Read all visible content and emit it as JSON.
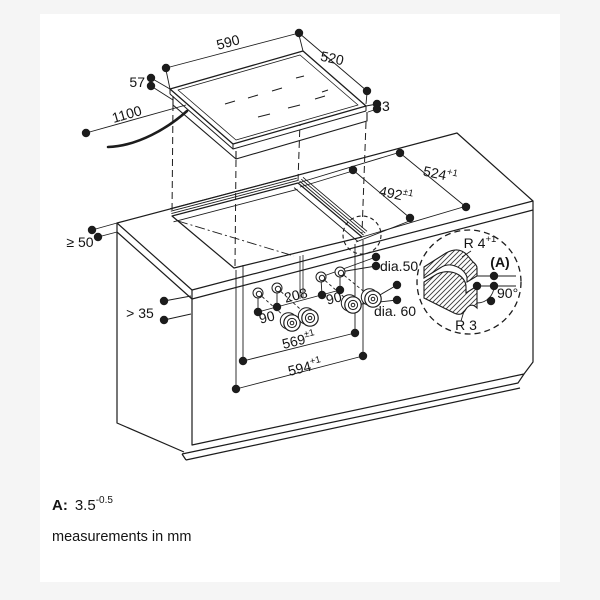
{
  "meta": {
    "type": "appliance installation diagram",
    "colors": {
      "background": "#f5f5f5",
      "paper": "#ffffff",
      "line": "#1c1c1c"
    }
  },
  "dims": {
    "hob_width": {
      "base": "590",
      "sup": ""
    },
    "hob_depth": {
      "base": "520",
      "sup": ""
    },
    "hob_height": {
      "base": "57",
      "sup": ""
    },
    "cable_length": {
      "base": "1100",
      "sup": ""
    },
    "glass_thickness": {
      "base": "3",
      "sup": ""
    },
    "recess_depth": {
      "base": "524",
      "sup": "+1"
    },
    "cutout_depth": {
      "base": "492",
      "sup": "±1"
    },
    "worktop_min": {
      "base": "≥ 50"
    },
    "clearance_min": {
      "base": "> 35"
    },
    "hole_dia": {
      "base": "dia.50"
    },
    "pair_spacing": {
      "base": "208"
    },
    "knob_spacing_l": {
      "base": "90"
    },
    "knob_spacing_r": {
      "base": "90"
    },
    "knob_dia": {
      "base": "dia. 60"
    },
    "cutout_width": {
      "base": "569",
      "sup": "±1"
    },
    "recess_width": {
      "base": "594",
      "sup": "+1"
    }
  },
  "detail": {
    "radius_top": {
      "base": "R 4",
      "sup": "+1"
    },
    "ref": "(A)",
    "angle": "90°",
    "radius_bottom": "R 3"
  },
  "notes": {
    "a_label": "A:",
    "a_value": "3.5",
    "a_sup": "-0.5",
    "units": "measurements in mm"
  }
}
